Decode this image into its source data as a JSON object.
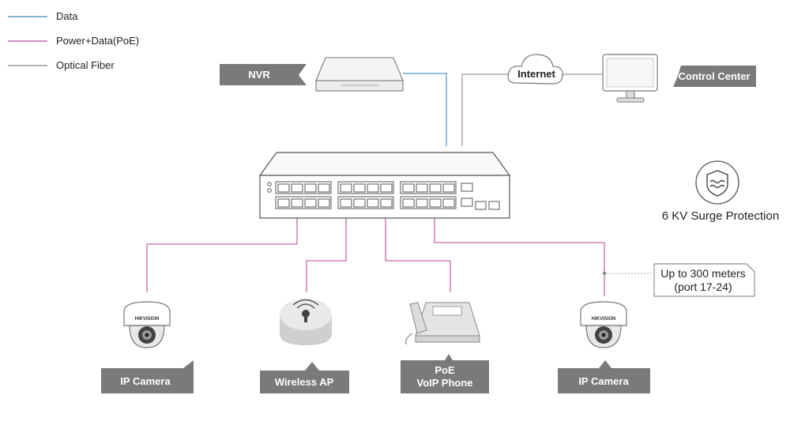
{
  "legend": [
    {
      "key": "data",
      "label": "Data",
      "color": "#5b9bc9"
    },
    {
      "key": "poe",
      "label": "Power+Data(PoE)",
      "color": "#c86aa8"
    },
    {
      "key": "fiber",
      "label": "Optical Fiber",
      "color": "#9a9a9a"
    }
  ],
  "devices": {
    "nvr": {
      "label": "NVR"
    },
    "internet": {
      "label": "Internet"
    },
    "control_center": {
      "label": "Control Center"
    },
    "camera_left": {
      "label": "IP Camera",
      "brand": "HIKVISION"
    },
    "wireless_ap": {
      "label": "Wireless AP"
    },
    "voip_phone": {
      "label_line1": "PoE",
      "label_line2": "VoIP Phone"
    },
    "camera_right": {
      "label": "IP Camera",
      "brand": "HIKVISION"
    }
  },
  "surge": {
    "label": "6 KV Surge Protection",
    "icon": "shield-waves-icon"
  },
  "distance_callout": {
    "line1": "Up to 300 meters",
    "line2": "(port 17-24)"
  },
  "colors": {
    "tag_bg": "#7a7a7a",
    "switch_stroke": "#555555"
  }
}
